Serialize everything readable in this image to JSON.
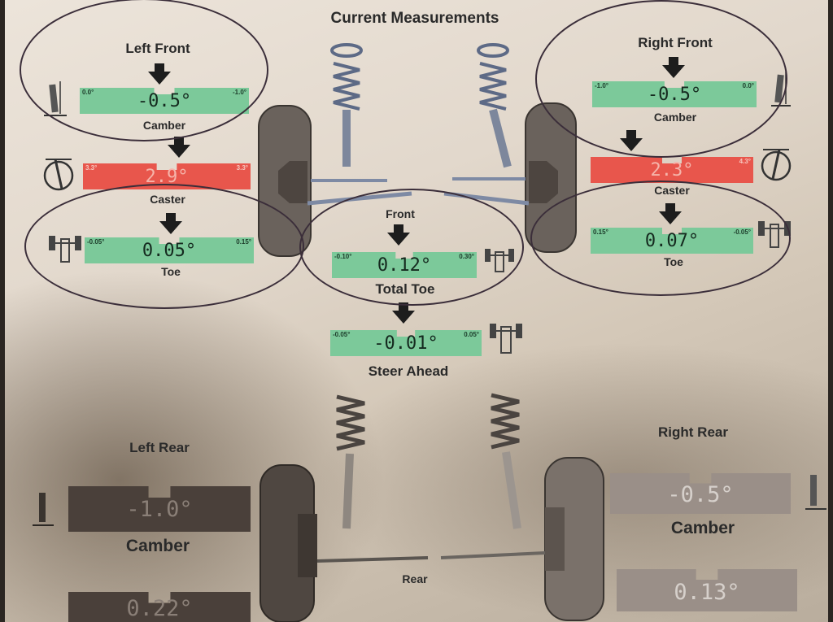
{
  "title": "Current Measurements",
  "left_front": {
    "heading": "Left Front",
    "camber": {
      "label": "Camber",
      "value": "-0.5°",
      "min": "0.0°",
      "max": "-1.0°"
    },
    "caster": {
      "label": "Caster",
      "value": "2.9°",
      "min": "3.3°",
      "max": "3.3°"
    },
    "toe": {
      "label": "Toe",
      "value": "0.05°",
      "min": "-0.05°",
      "max": "0.15°"
    }
  },
  "right_front": {
    "heading": "Right Front",
    "camber": {
      "label": "Camber",
      "value": "-0.5°",
      "min": "-1.0°",
      "max": "0.0°"
    },
    "caster": {
      "label": "Caster",
      "value": "2.3°",
      "min": "",
      "max": "4.3°"
    },
    "toe": {
      "label": "Toe",
      "value": "0.07°",
      "min": "0.15°",
      "max": "-0.05°"
    }
  },
  "front": {
    "label": "Front",
    "total_toe": {
      "label": "Total Toe",
      "value": "0.12°",
      "min": "-0.10°",
      "max": "0.30°"
    },
    "steer_ahead": {
      "label": "Steer Ahead",
      "value": "-0.01°",
      "min": "-0.05°",
      "max": "0.05°"
    }
  },
  "left_rear": {
    "heading": "Left Rear",
    "camber": {
      "label": "Camber",
      "value": "-1.0°"
    },
    "toe": {
      "value": "0.22°"
    }
  },
  "right_rear": {
    "heading": "Right Rear",
    "camber": {
      "label": "Camber",
      "value": "-0.5°"
    },
    "toe": {
      "value": "0.13°"
    }
  },
  "rear": {
    "label": "Rear"
  },
  "colors": {
    "in_spec": "#7cc99a",
    "out_of_spec": "#e8564c",
    "rear_grey": "#9a8f88",
    "ink_circle": "#3b2e3a"
  }
}
